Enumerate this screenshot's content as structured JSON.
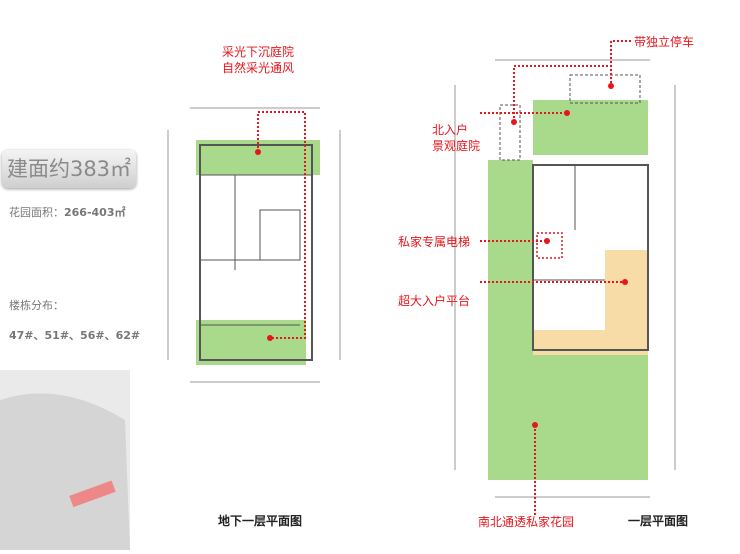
{
  "info": {
    "building_area": "建面约383㎡",
    "garden_area_label": "花园面积：",
    "garden_area_value": "266-403㎡",
    "buildings_label": "楼栋分布：",
    "buildings_value": "47#、51#、56#、62#"
  },
  "basement": {
    "caption": "地下一层平面图",
    "callout_line1": "采光下沉庭院",
    "callout_line2": "自然采光通风"
  },
  "ground": {
    "caption": "一层平面图",
    "parking": "带独立停车",
    "north_entry_line1": "北入户",
    "north_entry_line2": "景观庭院",
    "elevator": "私家专属电梯",
    "platform": "超大入户平台",
    "garden": "南北通透私家花园"
  },
  "colors": {
    "callout": "#e8151b",
    "garden": "#9fd27a",
    "platform": "#f7dca8"
  }
}
